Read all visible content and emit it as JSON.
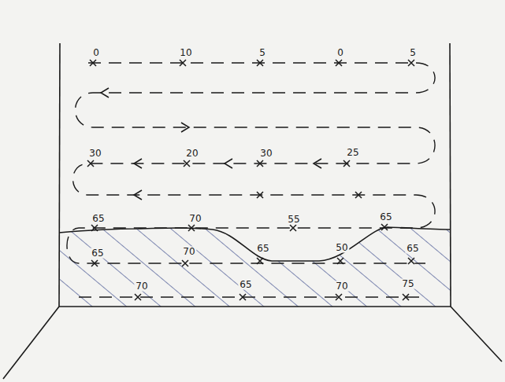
{
  "diagram": {
    "labels": [
      "0",
      "10",
      "5",
      "0",
      "5",
      "30",
      "20",
      "30",
      "25",
      "65",
      "70",
      "55",
      "65",
      "65",
      "70",
      "65",
      "50",
      "65",
      "70",
      "65",
      "70",
      "75"
    ]
  }
}
